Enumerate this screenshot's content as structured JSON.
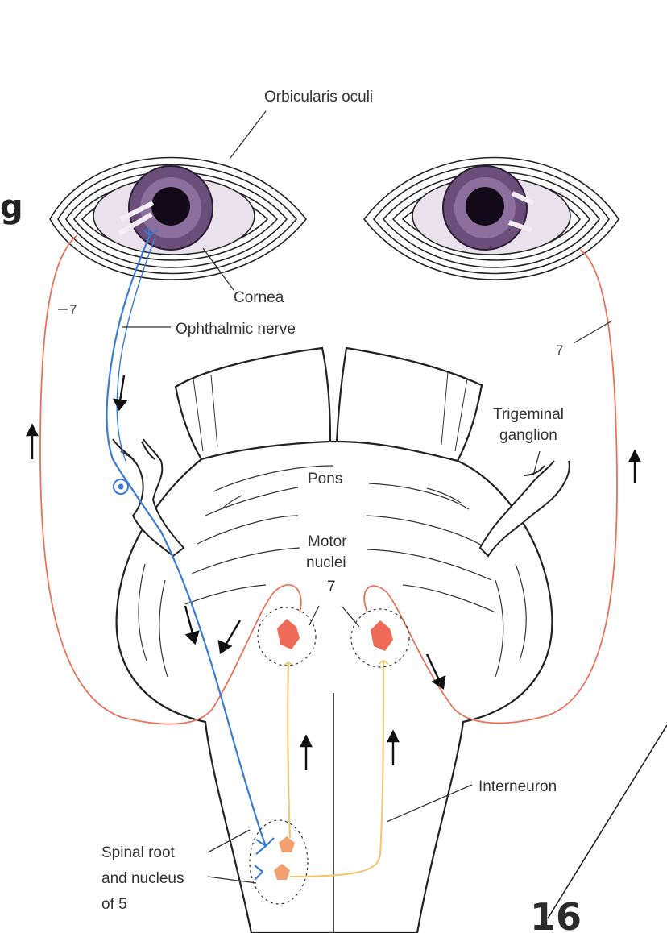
{
  "labels": {
    "orbicularis": "Orbicularis oculi",
    "cornea": "Cornea",
    "ophthalmic": "Ophthalmic nerve",
    "trigeminal_line1": "Trigeminal",
    "trigeminal_line2": "ganglion",
    "pons": "Pons",
    "motor_line1": "Motor",
    "motor_line2": "nuclei",
    "motor_num": "7",
    "facial_left": "7",
    "facial_right": "7",
    "interneuron": "Interneuron",
    "spinal_line1": "Spinal root",
    "spinal_line2": "and nucleus",
    "spinal_line3": "of 5"
  },
  "page_number": "16",
  "edge_letter": "g",
  "colors": {
    "sensory_nerve": "#3a7bd5",
    "facial_nerve": "#e8735a",
    "interneuron": "#f2c46b",
    "outline": "#222222",
    "iris": "#6b4f7a"
  }
}
